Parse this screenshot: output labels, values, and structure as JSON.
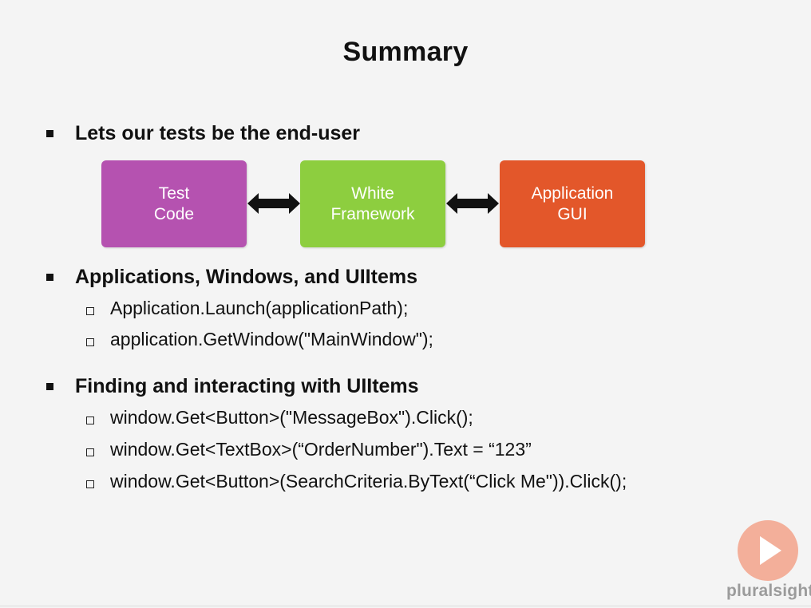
{
  "slide": {
    "title": "Summary",
    "bullets": [
      {
        "text": "Lets our tests be the end-user"
      },
      {
        "text": "Applications, Windows, and UIItems",
        "subs": [
          "Application.Launch(applicationPath);",
          "application.GetWindow(\"MainWindow\");"
        ]
      },
      {
        "text": "Finding and interacting with UIItems",
        "subs": [
          "window.Get<Button>(\"MessageBox\").Click();",
          "window.Get<TextBox>(“OrderNumber\").Text = “123”",
          "window.Get<Button>(SearchCriteria.ByText(“Click Me\")).Click();"
        ]
      }
    ],
    "diagram": {
      "boxes": [
        {
          "label": "Test\nCode",
          "color": "#b552b0"
        },
        {
          "label": "White\nFramework",
          "color": "#8dce3f"
        },
        {
          "label": "Application\nGUI",
          "color": "#e3572a"
        }
      ],
      "arrow_icon": "double-arrow-icon"
    }
  },
  "branding": {
    "logo_text": "pluralsight",
    "logo_icon": "play-icon",
    "accent": "#f2a28a"
  }
}
